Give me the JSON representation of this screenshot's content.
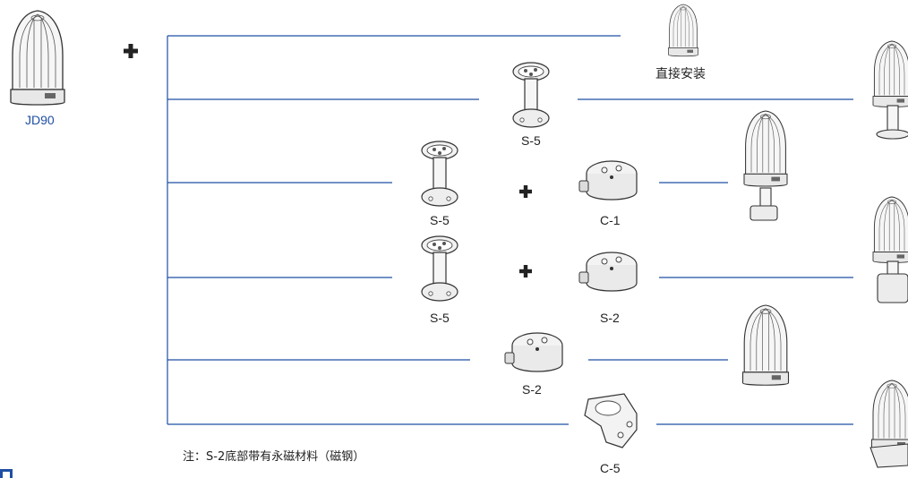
{
  "source_product": {
    "label": "JD90"
  },
  "direct_mount": {
    "label": "直接安装"
  },
  "accessories": {
    "s5_top": "S-5",
    "s5_mid": "S-5",
    "s5_low": "S-5",
    "c1": "C-1",
    "s2_a": "S-2",
    "s2_b": "S-2",
    "c5": "C-5"
  },
  "plus_symbol": "✚",
  "note": "注：S-2底部带有永磁材料（磁钢）",
  "colors": {
    "line": "#1f4fa3",
    "label_blue": "#1f4fa3",
    "device_fill": "#f4f4f4",
    "device_stroke": "#333333"
  },
  "icons": [
    "beacon-icon",
    "pole-mount-icon",
    "base-box-icon",
    "bracket-icon",
    "plus-icon"
  ]
}
